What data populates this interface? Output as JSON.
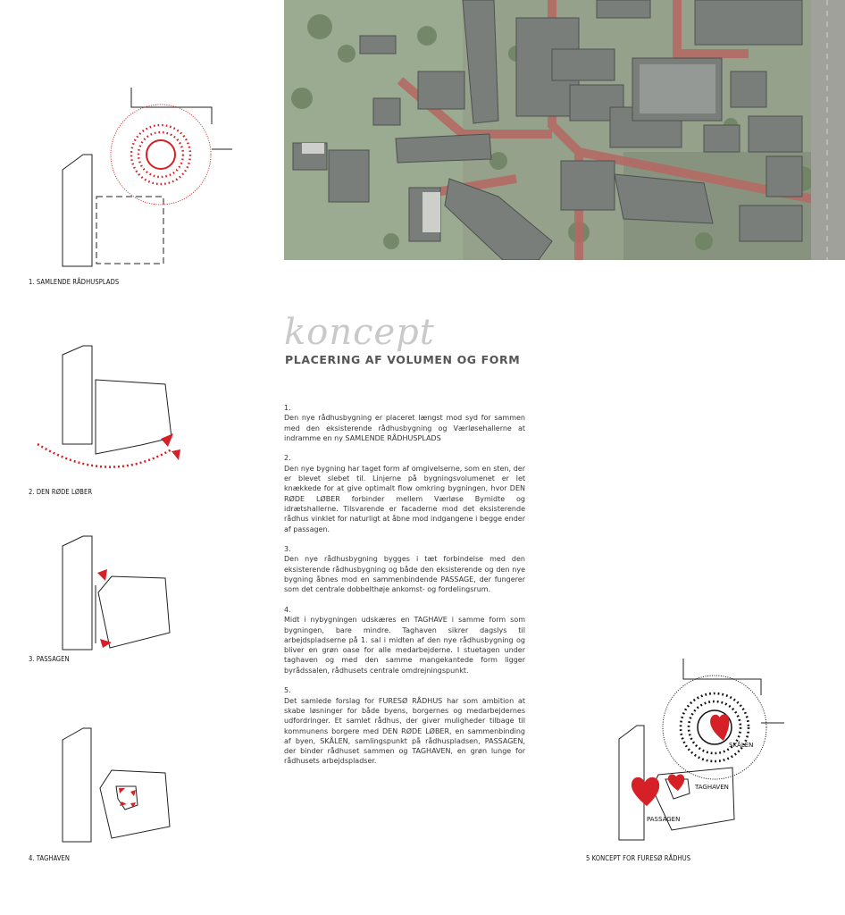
{
  "heading": {
    "script_word": "koncept",
    "title": "PLACERING AF VOLUMEN OG FORM"
  },
  "captions": {
    "c1": "1. SAMLENDE RÅDHUSPLADS",
    "c2": "2. DEN RØDE LØBER",
    "c3": "3. PASSAGEN",
    "c4": "4. TAGHAVEN",
    "c5": "5 KONCEPT FOR FURESØ RÅDHUS"
  },
  "diagram_labels": {
    "skalen": "SKÅLEN",
    "taghaven": "TAGHAVEN",
    "passagen": "PASSAGEN"
  },
  "paragraphs": [
    {
      "num": "1.",
      "text": "Den nye rådhusbygning er placeret længst mod syd for sammen med den eksisterende rådhusbygning og Værløsehallerne at indramme en ny SAMLENDE RÅDHUSPLADS"
    },
    {
      "num": "2.",
      "text": "Den nye bygning har taget form af omgivelserne, som en sten, der er blevet slebet til. Linjerne på bygningsvolumenet er let knækkede for at give optimalt flow omkring bygningen, hvor DEN RØDE LØBER forbinder mellem Værløse Bymidte og idrætshallerne. Tilsvarende er facaderne mod det eksisterende rådhus vinklet for naturligt at åbne mod indgangene i begge ender af passagen."
    },
    {
      "num": "3.",
      "text": "Den nye rådhusbygning bygges i tæt forbindelse med den eksisterende rådhusbygning og både den eksisterende og den nye bygning åbnes mod en sammenbindende PASSAGE, der fungerer som det centrale dobbelthøje ankomst- og fordelingsrum."
    },
    {
      "num": "4.",
      "text": "Midt i nybygningen udskæres en TAGHAVE i samme form som bygningen, bare mindre. Taghaven sikrer dagslys til arbejdspladserne på 1. sal i midten af den nye rådhusbygning og bliver en grøn oase for alle medarbejderne. I stuetagen under taghaven og med den samme mangekantede form ligger byrådssalen, rådhusets centrale omdrejningspunkt."
    },
    {
      "num": "5.",
      "text": "Det samlede forslag for FURESØ RÅDHUS har som ambition at skabe løsninger for både byens, borgernes og medarbejdernes udfordringer. Et samlet rådhus, der giver muligheder tilbage til kommunens borgere med DEN RØDE LØBER, en sammenbinding af byen, SKÅLEN, samlingspunkt på rådhuspladsen, PASSAGEN, der binder rådhuset sammen og TAGHAVEN, en grøn lunge for rådhusets arbejdspladser."
    }
  ],
  "colors": {
    "accent_red": "#d42026",
    "line": "#222222",
    "aerial_base": "#8a9180",
    "roof_grey": "#6f7470",
    "road_red": "#b05a55"
  }
}
